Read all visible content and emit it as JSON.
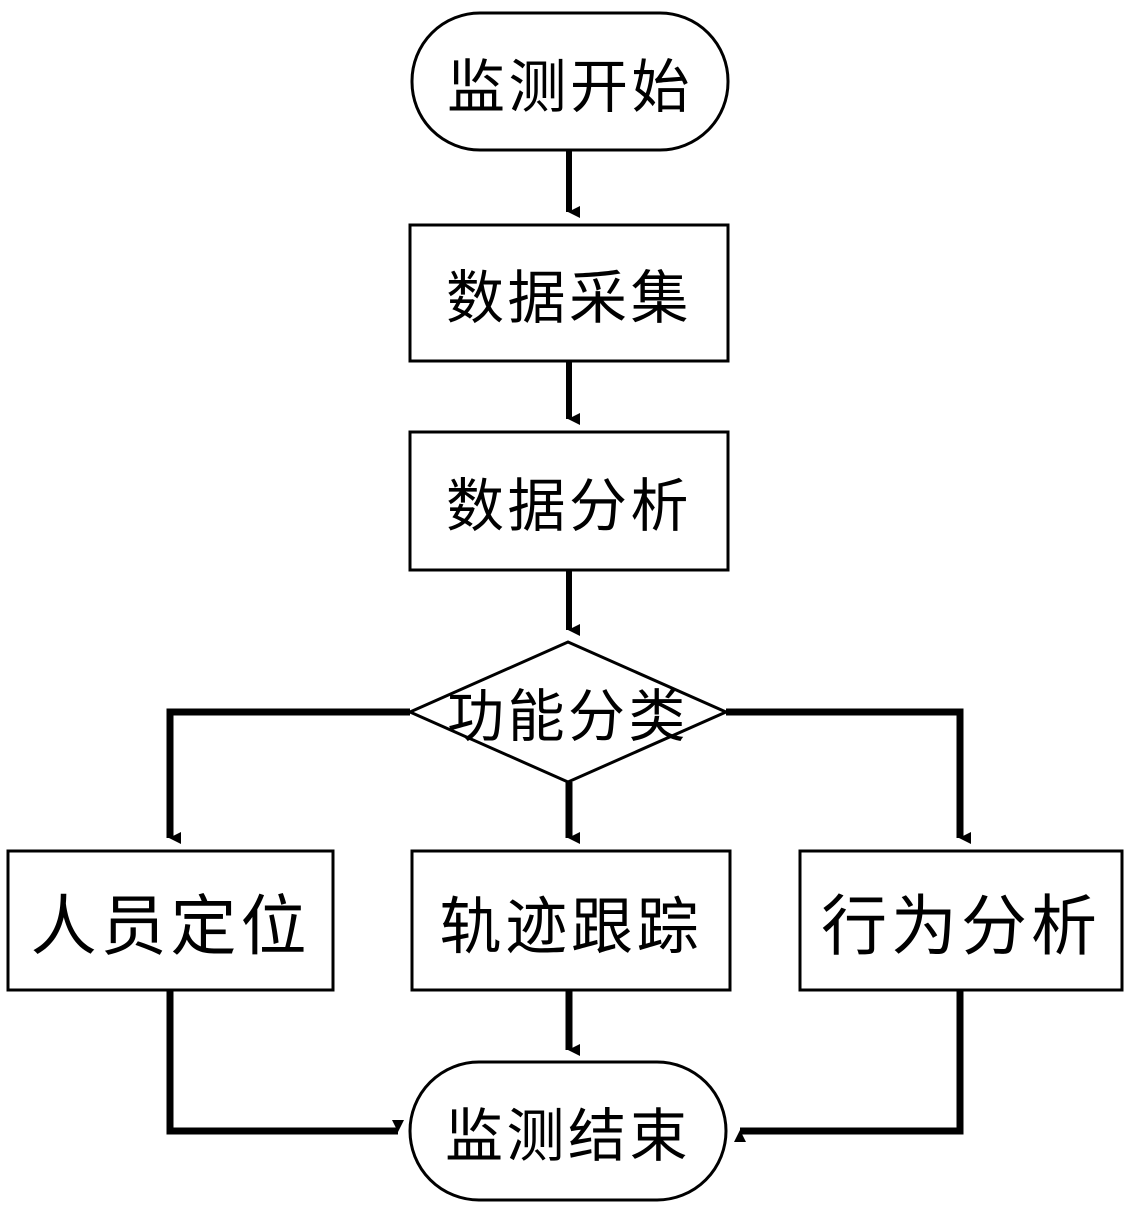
{
  "diagram": {
    "type": "flowchart",
    "orientation": "top-to-bottom",
    "language": "zh-CN",
    "colors": {
      "background": "#ffffff",
      "node_stroke": "#000000",
      "node_fill": "#ffffff",
      "connector": "#000000",
      "text": "#000000"
    },
    "nodes": {
      "start": {
        "label": "监测开始",
        "shape": "stadium"
      },
      "collect": {
        "label": "数据采集",
        "shape": "rectangle"
      },
      "analyze": {
        "label": "数据分析",
        "shape": "rectangle"
      },
      "branch": {
        "label": "功能分类",
        "shape": "diamond"
      },
      "locate": {
        "label": "人员定位",
        "shape": "rectangle"
      },
      "track": {
        "label": "轨迹跟踪",
        "shape": "rectangle"
      },
      "behavior": {
        "label": "行为分析",
        "shape": "rectangle"
      },
      "end": {
        "label": "监测结束",
        "shape": "stadium"
      }
    },
    "edges": [
      {
        "from": "start",
        "to": "collect",
        "style": "straight-down"
      },
      {
        "from": "collect",
        "to": "analyze",
        "style": "straight-down"
      },
      {
        "from": "analyze",
        "to": "branch",
        "style": "straight-down"
      },
      {
        "from": "branch",
        "to": "locate",
        "style": "left-elbow"
      },
      {
        "from": "branch",
        "to": "track",
        "style": "straight-down"
      },
      {
        "from": "branch",
        "to": "behavior",
        "style": "right-elbow"
      },
      {
        "from": "locate",
        "to": "end",
        "style": "left-return-elbow"
      },
      {
        "from": "track",
        "to": "end",
        "style": "straight-down"
      },
      {
        "from": "behavior",
        "to": "end",
        "style": "right-return-elbow"
      }
    ]
  }
}
